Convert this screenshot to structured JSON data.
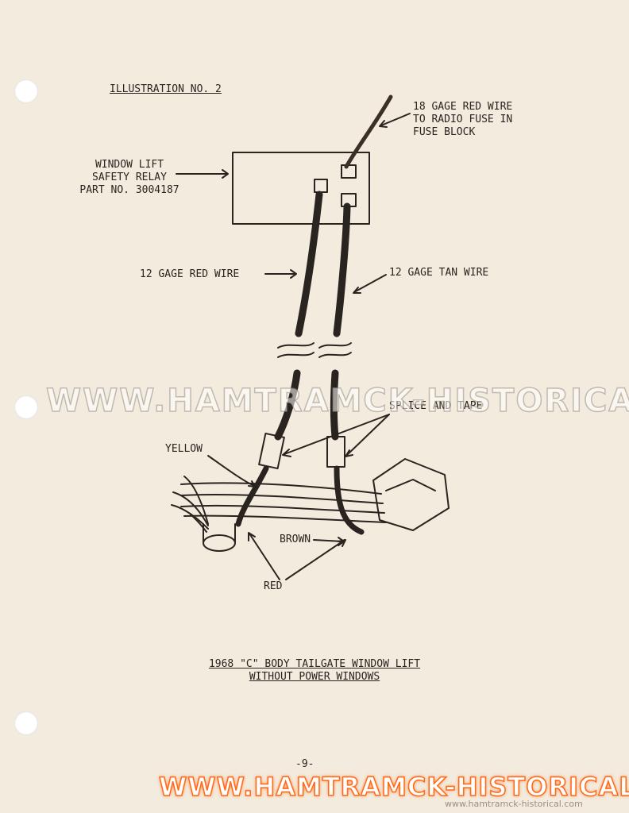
{
  "illustration_label": "ILLUSTRATION NO. 2",
  "labels": {
    "red_18_wire": [
      "18 GAGE RED WIRE",
      "TO RADIO FUSE IN",
      "FUSE BLOCK"
    ],
    "relay": [
      "WINDOW LIFT",
      "SAFETY RELAY",
      "PART NO. 3004187"
    ],
    "red_12_wire": "12 GAGE RED WIRE",
    "tan_12_wire": "12 GAGE TAN WIRE",
    "splice": "SPLICE AND TAPE",
    "yellow": "YELLOW",
    "brown": "BROWN",
    "red": "RED"
  },
  "caption": [
    "1968 \"C\" BODY TAILGATE WINDOW LIFT",
    "WITHOUT POWER WINDOWS"
  ],
  "page_number": "-9-",
  "watermark": "WWW.HAMTRAMCK-HISTORICAL.COM",
  "footer_watermark": "WWW.HAMTRAMCK-HISTORICAL.COM",
  "footer_url": "www.hamtramck-historical.com",
  "colors": {
    "paper": "#f3ebdd",
    "ink": "#2a2420",
    "footer_orange": "#ff6a1a"
  }
}
